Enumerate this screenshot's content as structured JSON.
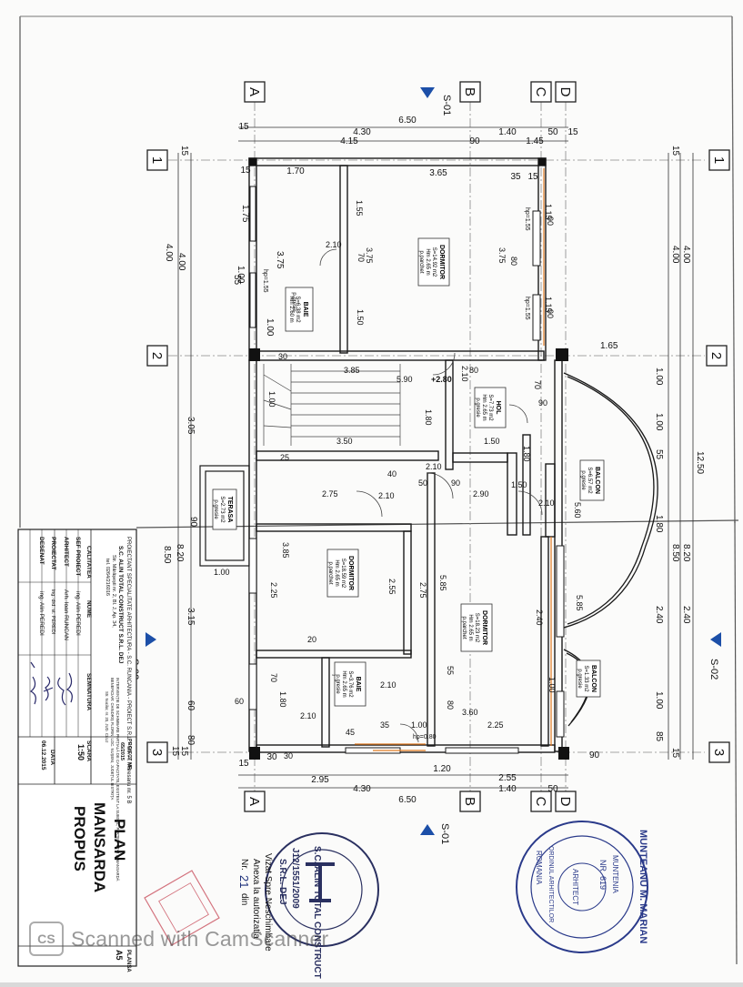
{
  "axes": {
    "A": "A",
    "B": "B",
    "C": "C",
    "D": "D",
    "n1": "1",
    "n2": "2",
    "n3": "3"
  },
  "sections": {
    "s01": "S-01",
    "s02": "S-02"
  },
  "dims_top": {
    "d1": "6.50",
    "d2": "4.30",
    "d3": "1.40",
    "d4": "50",
    "d5": "15",
    "d6": "4.15",
    "d7": "90",
    "d8": "1.45",
    "d9": "15",
    "d10": "1.70",
    "d11": "3.65",
    "d12": "15",
    "d13": "35",
    "d14": "15"
  },
  "dims_bottom": {
    "d1": "2.95",
    "d2": "2.55",
    "d3": "4.30",
    "d4": "1.40",
    "d5": "50",
    "d6": "6.50",
    "d7": "15",
    "d8": "1.20",
    "d9": "30"
  },
  "dims_left": {
    "d1": "15",
    "d2": "4.00",
    "d3": "4.00",
    "d4": "1.75",
    "d5": "3.75",
    "d6": "1.00",
    "d7": "1.00",
    "d8": "55",
    "d9": "3.05",
    "d10": "8.50",
    "d11": "8.20",
    "d12": "90",
    "d13": "3.15",
    "d14": "60",
    "d15": "60",
    "d16": "80",
    "d17": "15",
    "d18": "1.00",
    "d19": "15"
  },
  "dims_right": {
    "d1": "15",
    "d2": "4.00",
    "d3": "4.00",
    "d4": "1.65",
    "d5": "1.00",
    "d6": "1.00",
    "d7": "55",
    "d8": "12.50",
    "d9": "1.80",
    "d10": "8.50",
    "d11": "8.20",
    "d12": "2.40",
    "d13": "2.40",
    "d14": "1.00",
    "d15": "85",
    "d16": "15",
    "d17": "90"
  },
  "inner_dims": {
    "a1": "1.55",
    "a2": "3.75",
    "a3": "70",
    "a4": "2.10",
    "a5": "1.50",
    "a6": "80",
    "a7": "3.75",
    "a8": "1.15",
    "a9": "90",
    "a10": "1.15",
    "a11": "90",
    "a12": "3.85",
    "a13": "5.90",
    "a14": "+2.80",
    "a15": "1.80",
    "a16": "30",
    "a17": "2.10",
    "a18": "1.00",
    "a19": "3.50",
    "a20": "25",
    "a21": "2.75",
    "a22": "40",
    "a23": "50",
    "a24": "2.10",
    "a25": "90",
    "a26": "2.90",
    "a27": "1.50",
    "a28": "2.10",
    "a29": "5.60",
    "a30": "1.50",
    "a31": "2.10",
    "a32": "3.85",
    "a33": "2.25",
    "a34": "2.55",
    "a35": "2.75",
    "a36": "5.85",
    "a37": "5.85",
    "a38": "2.40",
    "a39": "1.80",
    "a40": "2.10",
    "a41": "3.60",
    "a42": "2.25",
    "a43": "1.00",
    "a44": "45",
    "a45": "55",
    "a46": "80",
    "a47": "20",
    "a48": "35",
    "a49": "70",
    "a50": "1.00",
    "a51": "2.10",
    "a52": "1.80",
    "a53": "70",
    "a54": "90",
    "a55": "80",
    "a56": "hp=1.55",
    "a57": "hp=1.55",
    "a58": "hp=1.55",
    "a59": "hp=0.80",
    "a60": "30"
  },
  "rooms": [
    {
      "id": "baie1",
      "name": "BAIE",
      "area": "S=6.38 m2",
      "height": "Hm 2.60 m",
      "floor": "p.gresie"
    },
    {
      "id": "dorm1",
      "name": "DORMITOR",
      "area": "S=14.92 m2",
      "height": "Hm 2.65 m",
      "floor": "p.parchet"
    },
    {
      "id": "hol",
      "name": "HOL",
      "area": "S=7.73 m2",
      "height": "Hm 2.65 m",
      "floor": "p.gresie"
    },
    {
      "id": "balcon1",
      "name": "BALCON",
      "area": "S=6.57 m2",
      "height": "",
      "floor": "p.gresie"
    },
    {
      "id": "terasa",
      "name": "TERASA",
      "area": "S=2.73 m2",
      "height": "",
      "floor": "p.gresie"
    },
    {
      "id": "dorm2",
      "name": "DORMITOR",
      "area": "S=18.59 m2",
      "height": "Hm 2.65 m",
      "floor": "p.parchet"
    },
    {
      "id": "dorm3",
      "name": "DORMITOR",
      "area": "S=18.23 m2",
      "height": "Hm 2.65 m",
      "floor": "p.parchet"
    },
    {
      "id": "baie2",
      "name": "BAIE",
      "area": "S=3.76 m2",
      "height": "Hm 2.65 m",
      "floor": "p.gresie"
    },
    {
      "id": "balcon2",
      "name": "BALCON",
      "area": "S=1.33 m2",
      "height": "",
      "floor": "p.gresie"
    }
  ],
  "title_block": {
    "company_header": "PROIECTANT SPECIALITATE ARHITECTURA - S.C. RUNCANIA - PROIECT S.R.L. - Str. A. Muresanu nr. 5 B",
    "company": "S.C. ALIN TOTAL CONSTRUCT S.R.L. DEJ",
    "address": "Str. Mărășești nr. 2, Bl. J, Ap. 34,",
    "phone": "tel. 0264/216016",
    "beneficiary": "BENEFICIAR: CHINDRIȘ FLORIN, LOC. NUȘENI, JUDEȚUL BISTRIȚA",
    "project_title": "INTERVENȚIE DE SCHIMBARE PARȚIALĂ DE CAPACITATE, EXISTENT LA SUBSOL, PARTER, ETAJ ȘI MANSARDĂ",
    "project_addr": "Str. Nucilor, nr. 20, JUD. CLUJ",
    "proiect_nr_label": "PROIECT NR.",
    "proiect_nr": "65/2015",
    "col_calitatea": "CALITATEA",
    "col_nume": "NUME",
    "col_semnatura": "SEMNATURA",
    "rows": [
      {
        "role": "SEF PROIECT",
        "name": "ing. Alin PEREDI"
      },
      {
        "role": "ARHITECT",
        "name": "Arh. Ioan RUNCAN"
      },
      {
        "role": "PROIECTAT",
        "name": "ing. drd. st. PEREDI"
      },
      {
        "role": "DESENAT",
        "name": "ing. Alin PEREDI"
      }
    ],
    "scara_label": "SCARA",
    "scara": "1:50",
    "data_label": "DATA",
    "data": "06.12.2015",
    "plan_title_1": "PLAN",
    "plan_title_2": "MANSARDA",
    "plan_title_3": "PROPUS",
    "plansa_label": "PLANSA",
    "plansa": "A5"
  },
  "stamps": {
    "visa_1": "Vizat Spre Neschimbare",
    "visa_2": "Anexa la autorizatia",
    "visa_3": "Nr.",
    "visa_nr": "21",
    "visa_din": "din",
    "company_stamp_top": "S.C. ALIN TOTAL CONSTRUCT",
    "company_stamp_reg": "J12/1551/2009",
    "company_stamp_city": "S.R.L. DEJ",
    "arch_stamp_name": "MUNTEANU M. MARIAN",
    "arch_stamp_nr": "NR. 619",
    "arch_stamp_role": "ARHITECT",
    "arch_stamp_org": "ROMANIA",
    "arch_stamp_sub": "ORDINUL ARHITECTILOR",
    "arch_stamp_sub2": "MUNTENIA"
  },
  "watermark": "Scanned with CamScanner"
}
